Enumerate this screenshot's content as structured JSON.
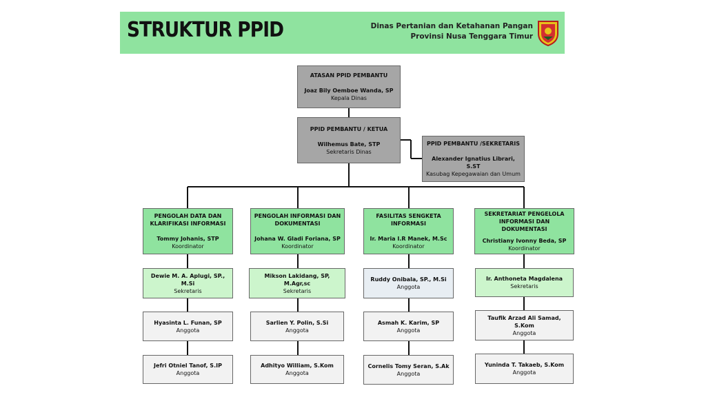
{
  "header": {
    "title": "STRUKTUR PPID",
    "org_line1": "Dinas Pertanian dan Ketahanan Pangan",
    "org_line2": "Provinsi Nusa Tenggara Timur",
    "logo_icon": "ntt-province-shield-logo"
  },
  "atasan": {
    "role": "ATASAN PPID PEMBANTU",
    "name": "Joaz Bily Oemboe Wanda, SP",
    "title": "Kepala Dinas"
  },
  "ketua": {
    "role": "PPID PEMBANTU / KETUA",
    "name": "Wilhemus Bate, STP",
    "title": "Sekretaris Dinas"
  },
  "sekretaris": {
    "role": "PPID PEMBANTU /SEKRETARIS",
    "name": "Alexander Ignatius Librari, S.ST",
    "title": "Kasubag Kepegawaian dan Umum"
  },
  "divisions": [
    {
      "role_l1": "PENGOLAH DATA DAN",
      "role_l2": "KLARIFIKASI INFORMASI",
      "coord": "Tommy Johanis, STP",
      "coord_title": "Koordinator",
      "sek": "Dewie M. A. Aplugi, SP., M.Si",
      "sek_title": "Sekretaris",
      "a1": "Hyasinta L. Funan, SP",
      "a2": "Jefri Otniel Tanof, S.IP",
      "anggota": "Anggota"
    },
    {
      "role_l1": "PENGOLAH INFORMASI DAN",
      "role_l2": "DOKUMENTASI",
      "coord": "Johana W. Gladi Foriana, SP",
      "coord_title": "Koordinator",
      "sek": "Mikson Lakidang, SP, M.Agr,sc",
      "sek_title": "Sekretaris",
      "a1": "Sarlien Y. Polin, S.Si",
      "a2": "Adhityo William, S.Kom",
      "anggota": "Anggota"
    },
    {
      "role_l1": "FASILITAS SENGKETA",
      "role_l2": "INFORMASI",
      "coord": "Ir. Maria I.R Manek, M.Sc",
      "coord_title": "Koordinator",
      "sek": "Ruddy Onibala, SP., M.Si",
      "sek_title": "Anggota",
      "a1": "Asmah K. Karim, SP",
      "a2": "Cornelis Tomy Seran, S.Ak",
      "anggota": "Anggota"
    },
    {
      "role_l1": "SEKRETARIAT PENGELOLA",
      "role_l2": "INFORMASI DAN DOKUMENTASI",
      "coord": "Christiany Ivonny Beda, SP",
      "coord_title": "Koordinator",
      "sek": "Ir. Anthoneta Magdalena",
      "sek_title": "Sekretaris",
      "a1": "Taufik Arzad Ali Samad, S.Kom",
      "a2": "Yuninda T. Takaeb, S.Kom",
      "anggota": "Anggota"
    }
  ]
}
